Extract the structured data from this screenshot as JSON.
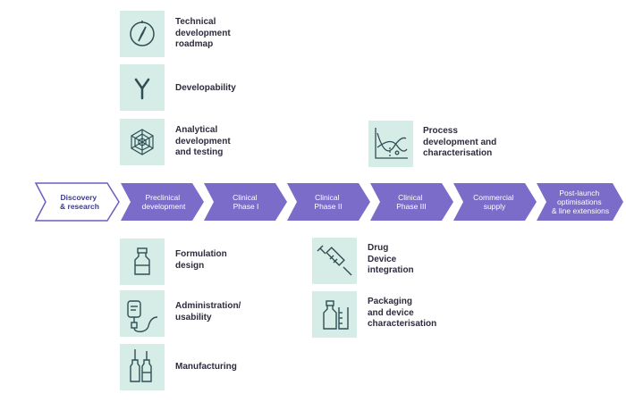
{
  "colors": {
    "tile_bg": "#d6ece6",
    "icon_stroke": "#2f4f55",
    "stage_fill": "#7a6cc8",
    "first_stage_border": "#6b5fc0",
    "first_stage_text": "#3e3a8f",
    "label_text": "#2c2c3e"
  },
  "stages": [
    {
      "lines": [
        "Discovery",
        "& research"
      ]
    },
    {
      "lines": [
        "Preclinical",
        "development"
      ]
    },
    {
      "lines": [
        "Clinical",
        "Phase I"
      ]
    },
    {
      "lines": [
        "Clinical",
        "Phase II"
      ]
    },
    {
      "lines": [
        "Clinical",
        "Phase III"
      ]
    },
    {
      "lines": [
        "Commercial",
        "supply"
      ]
    },
    {
      "lines": [
        "Post-launch",
        "optimisations",
        "& line extensions"
      ]
    }
  ],
  "activities": {
    "technical_roadmap": {
      "icon": "compass-icon",
      "lines": [
        "Technical",
        "development",
        "roadmap"
      ]
    },
    "developability": {
      "icon": "antibody-icon",
      "lines": [
        "Developability"
      ]
    },
    "analytical": {
      "icon": "spiderweb-icon",
      "lines": [
        "Analytical",
        "development",
        "and testing"
      ]
    },
    "process": {
      "icon": "process-chart-icon",
      "lines": [
        "Process",
        "development and",
        "characterisation"
      ]
    },
    "formulation": {
      "icon": "vial-icon",
      "lines": [
        "Formulation",
        "design"
      ]
    },
    "administration": {
      "icon": "iv-bag-icon",
      "lines": [
        "Administration/",
        "usability"
      ]
    },
    "manufacturing": {
      "icon": "vials-icon",
      "lines": [
        "Manufacturing"
      ]
    },
    "drug_device": {
      "icon": "syringe-icon",
      "lines": [
        "Drug",
        "Device",
        "integration"
      ]
    },
    "packaging": {
      "icon": "bottle-beaker-icon",
      "lines": [
        "Packaging",
        "and device",
        "characterisation"
      ]
    }
  }
}
